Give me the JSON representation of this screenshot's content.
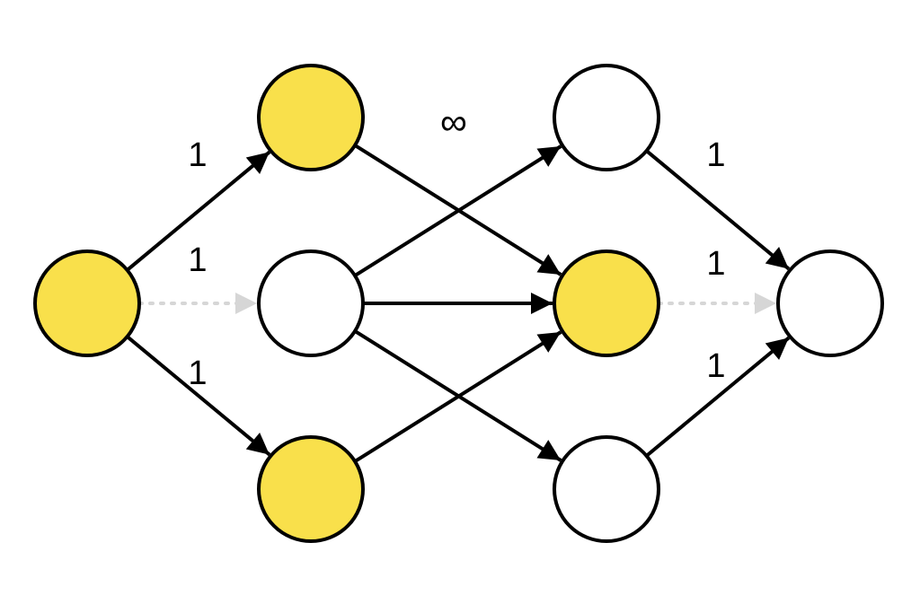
{
  "diagram": {
    "colors": {
      "highlight": "#f9e04b",
      "plain": "#ffffff",
      "stroke": "#000000",
      "faded": "#d6d6d6"
    },
    "nodes": [
      {
        "id": "s",
        "highlighted": true
      },
      {
        "id": "a1",
        "highlighted": true
      },
      {
        "id": "a2",
        "highlighted": false
      },
      {
        "id": "a3",
        "highlighted": true
      },
      {
        "id": "b1",
        "highlighted": false
      },
      {
        "id": "b2",
        "highlighted": true
      },
      {
        "id": "b3",
        "highlighted": false
      },
      {
        "id": "t",
        "highlighted": false
      }
    ],
    "edges": [
      {
        "from": "s",
        "to": "a1",
        "faded": false
      },
      {
        "from": "s",
        "to": "a2",
        "faded": true
      },
      {
        "from": "s",
        "to": "a3",
        "faded": false
      },
      {
        "from": "a1",
        "to": "b2",
        "faded": false
      },
      {
        "from": "a2",
        "to": "b1",
        "faded": false
      },
      {
        "from": "a2",
        "to": "b2",
        "faded": false
      },
      {
        "from": "a2",
        "to": "b3",
        "faded": false
      },
      {
        "from": "a3",
        "to": "b2",
        "faded": false
      },
      {
        "from": "b1",
        "to": "t",
        "faded": false
      },
      {
        "from": "b2",
        "to": "t",
        "faded": true
      },
      {
        "from": "b3",
        "to": "t",
        "faded": false
      }
    ],
    "labels": {
      "s_a1": "1",
      "s_a2": "1",
      "s_a3": "1",
      "middle": "∞",
      "b1_t": "1",
      "b2_t": "1",
      "b3_t": "1"
    }
  }
}
